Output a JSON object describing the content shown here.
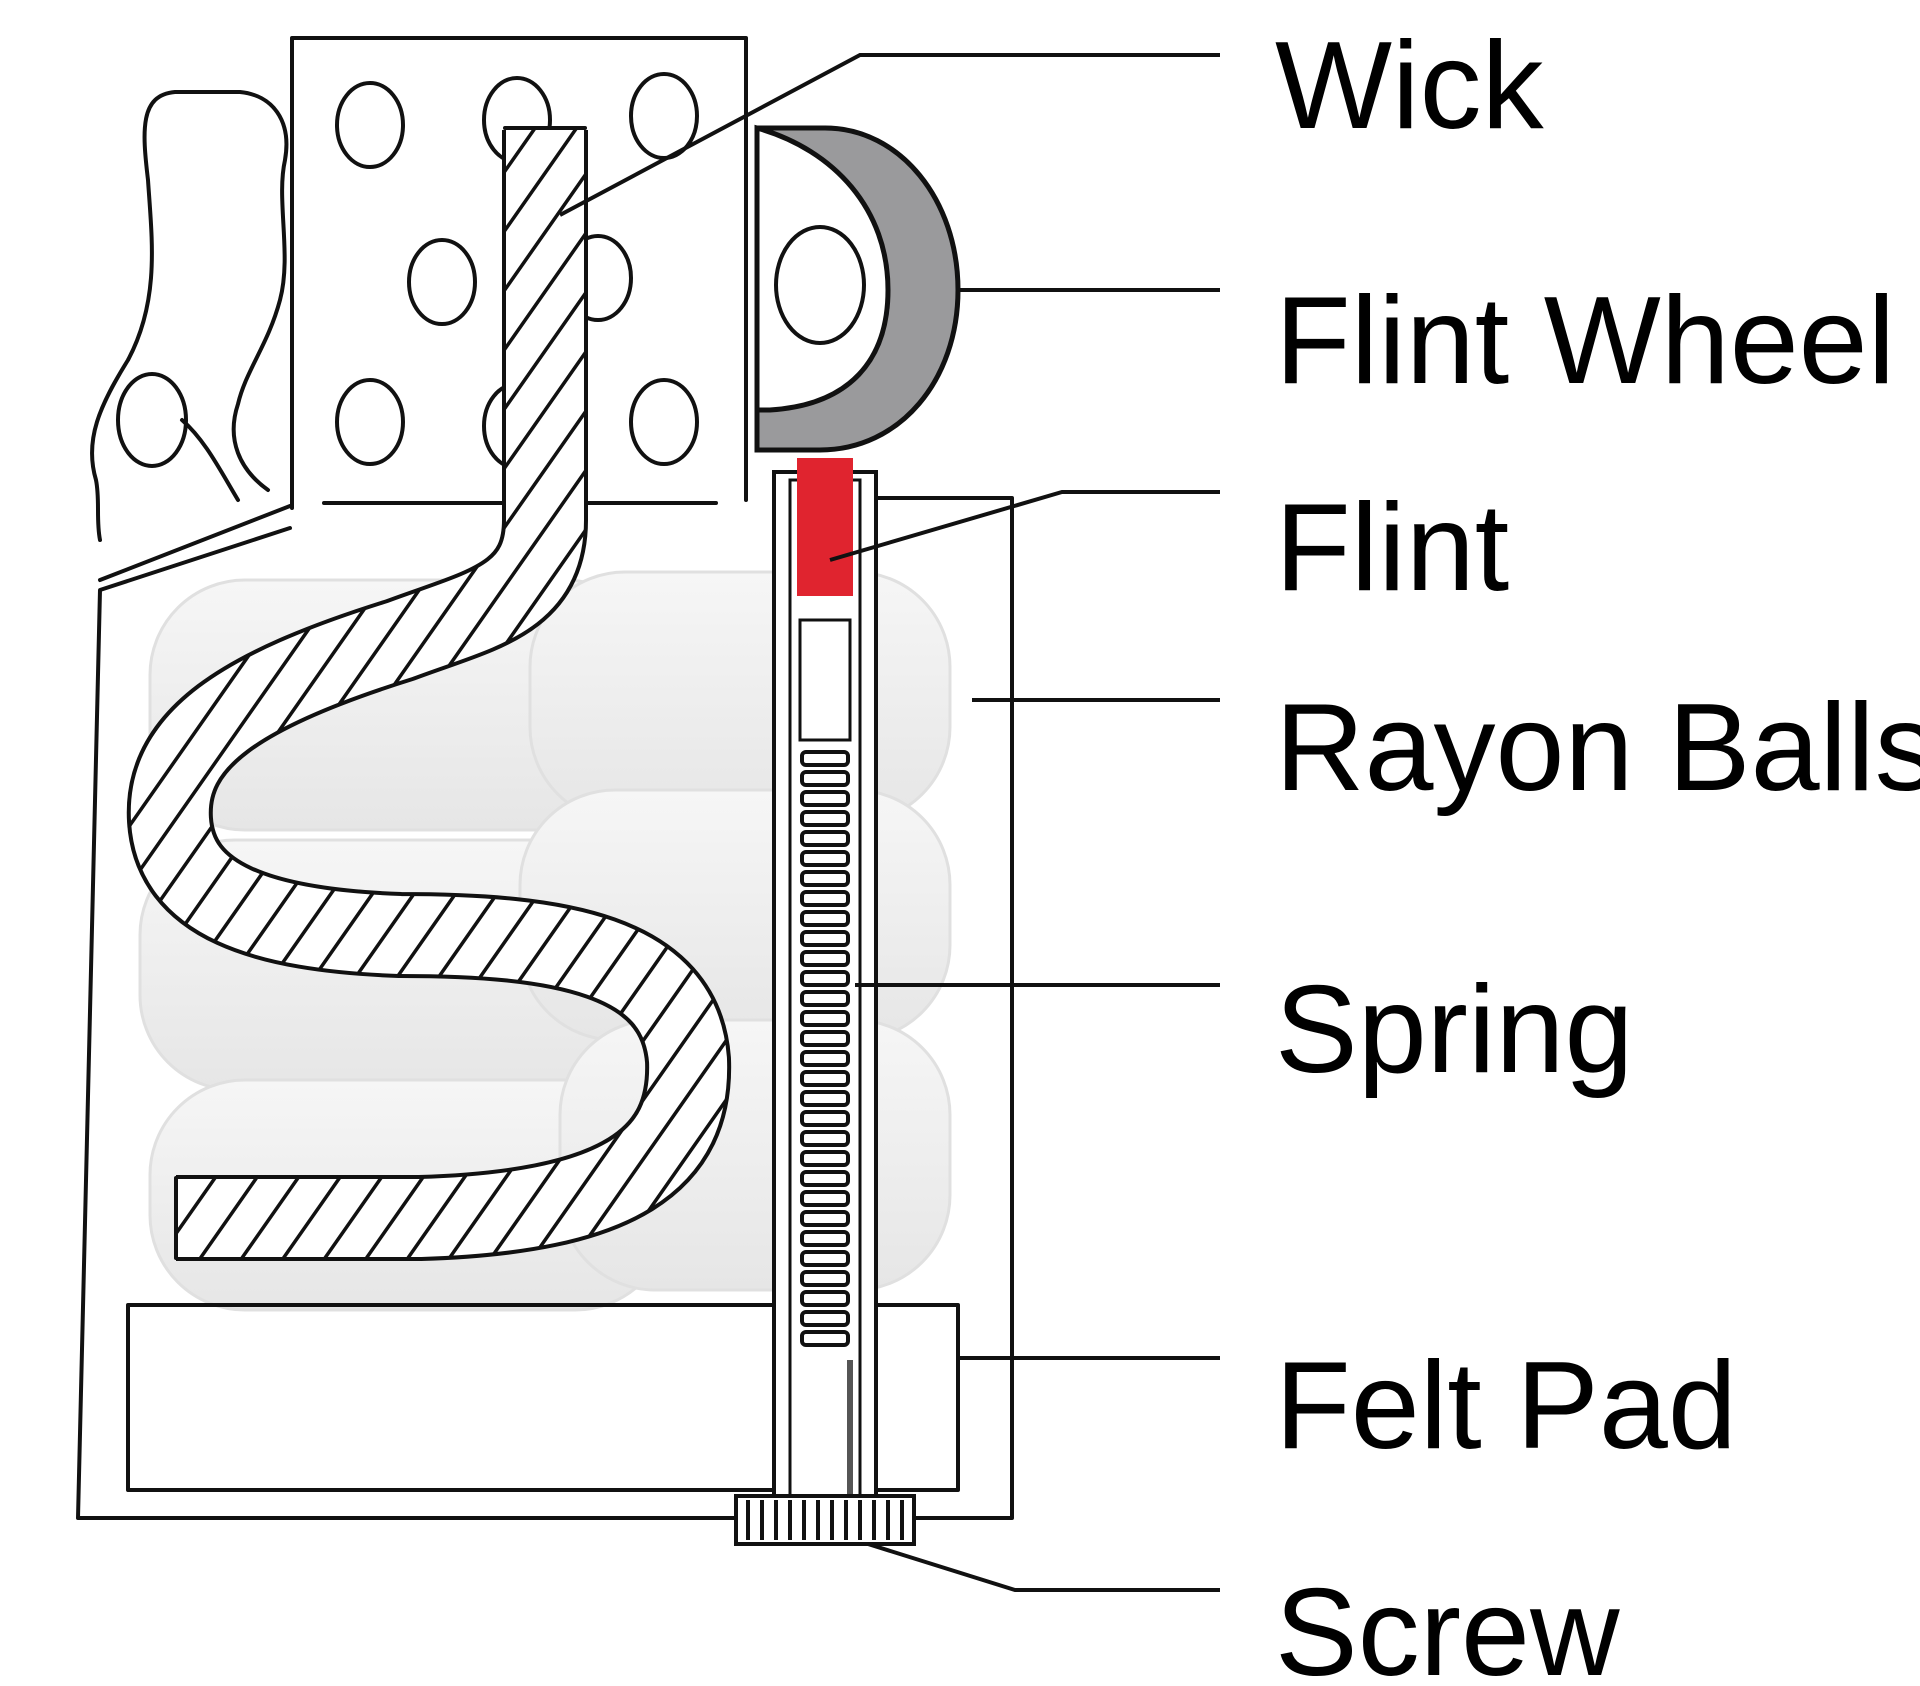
{
  "labels": {
    "wick": "Wick",
    "flint_wheel": "Flint Wheel",
    "flint": "Flint",
    "rayon_balls": "Rayon Balls",
    "spring": "Spring",
    "felt_pad": "Felt Pad",
    "screw": "Screw"
  },
  "colors": {
    "flint": "#E0242F",
    "flint_wheel": "#9A9A9C",
    "ink": "#111111",
    "rayon": "#EEEEEE"
  }
}
